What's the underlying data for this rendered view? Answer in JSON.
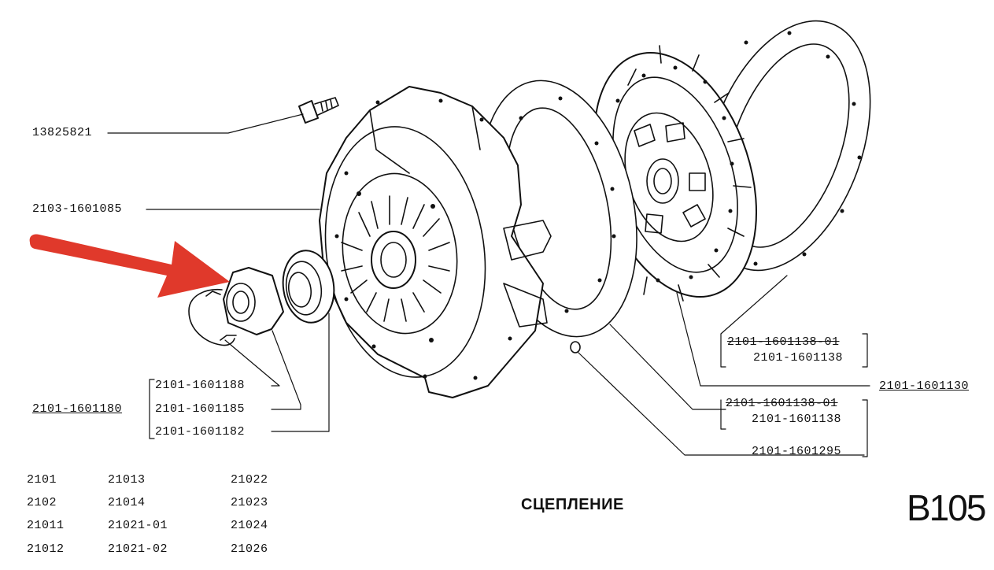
{
  "parts": {
    "bolt": "13825821",
    "pressure_plate": "2103-1601085",
    "release_bearing_assembly": "2101-1601180",
    "spring_clip": "2101-1601188",
    "bearing_housing": "2101-1601185",
    "bearing": "2101-1601182",
    "disc_old": "2101-1601138-01",
    "disc_new": "2101-1601138",
    "disc_old_2": "2101-1601138-01",
    "disc_new_2": "2101-1601138",
    "disc_assembly": "2101-1601130",
    "pin": "2101-1601295"
  },
  "models": {
    "col1": [
      "2101",
      "2102",
      "21011",
      "21012"
    ],
    "col2": [
      "21013",
      "21014",
      "21021-01",
      "21021-02"
    ],
    "col3": [
      "21022",
      "21023",
      "21024",
      "21026"
    ]
  },
  "title": "СЦЕПЛЕНИЕ",
  "page_code": "B105",
  "colors": {
    "arrow": "#e0392b",
    "ink": "#111111"
  }
}
